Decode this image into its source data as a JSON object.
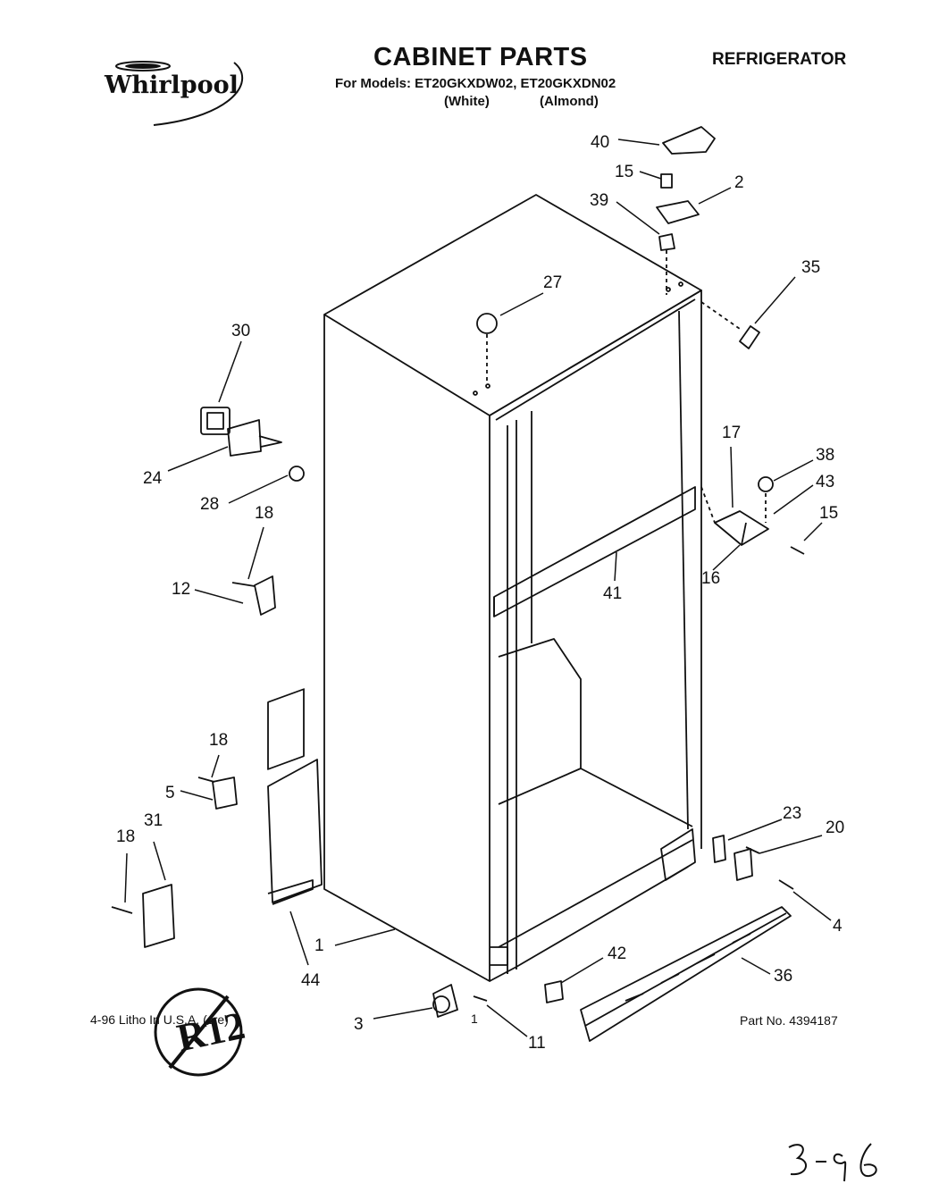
{
  "header": {
    "brand": "Whirlpool",
    "title": "CABINET PARTS",
    "product": "REFRIGERATOR",
    "models_line": "For Models: ET20GKXDW02, ET20GKXDN02",
    "variant_white": "(White)",
    "variant_almond": "(Almond)"
  },
  "callouts": [
    "40",
    "15",
    "2",
    "39",
    "27",
    "35",
    "30",
    "24",
    "28",
    "18",
    "12",
    "17",
    "38",
    "43",
    "15",
    "16",
    "41",
    "18",
    "5",
    "31",
    "18",
    "23",
    "20",
    "4",
    "1",
    "44",
    "42",
    "36",
    "3",
    "11"
  ],
  "badge": "R12",
  "footer": {
    "litho": "4-96 Litho In U.S.A. (cre)",
    "page": "1",
    "part_no": "Part No. 4394187"
  },
  "handwritten_note": "3-96"
}
